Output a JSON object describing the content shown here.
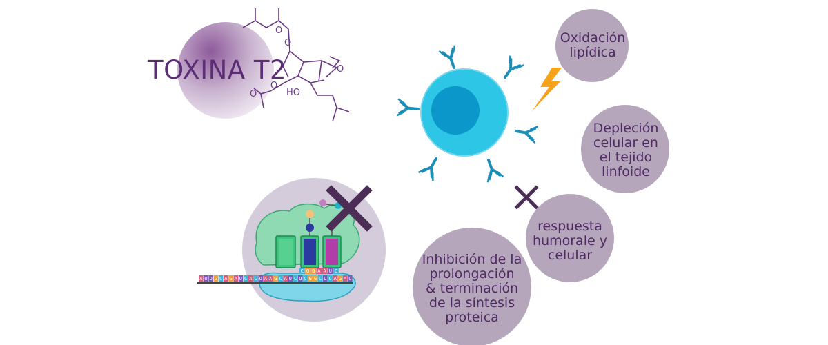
{
  "title": "TOXINA T2",
  "effects": {
    "lipid_oxidation": [
      "Oxidación",
      "lipídica"
    ],
    "lymphoid_depletion": [
      "Depleción",
      "celular en",
      "el tejido",
      "linfoide"
    ],
    "immune_response": [
      "respuesta",
      "humorale y",
      "celular"
    ],
    "protein_synthesis": [
      "Inhibición de la",
      "prolongación",
      "& terminación",
      "de la síntesis",
      "proteica"
    ]
  },
  "molecule_atoms": [
    "O",
    "O",
    "O",
    "O",
    "HO",
    "O"
  ],
  "mrna": {
    "strand": "AUUGCAGAUCACUAAGCAUCUCGGCUCAGAU",
    "codons": "CGGAAUC"
  },
  "colors": {
    "text": "#4f2a63",
    "bubble": "#b5a6bc",
    "cell_outer": "#2ec6e6",
    "cell_nucleus": "#0b97c9",
    "antibody": "#1b8fb8",
    "lightning": "#f6a21a",
    "cross": "#4b2d55",
    "ribosome_large": "#8fd9b3",
    "ribosome_small": "#7fd6e8"
  },
  "icons": [
    "molecule-structure-icon",
    "immune-cell-icon",
    "antibody-icon",
    "lightning-icon",
    "cross-icon",
    "ribosome-icon",
    "trna-icon"
  ]
}
